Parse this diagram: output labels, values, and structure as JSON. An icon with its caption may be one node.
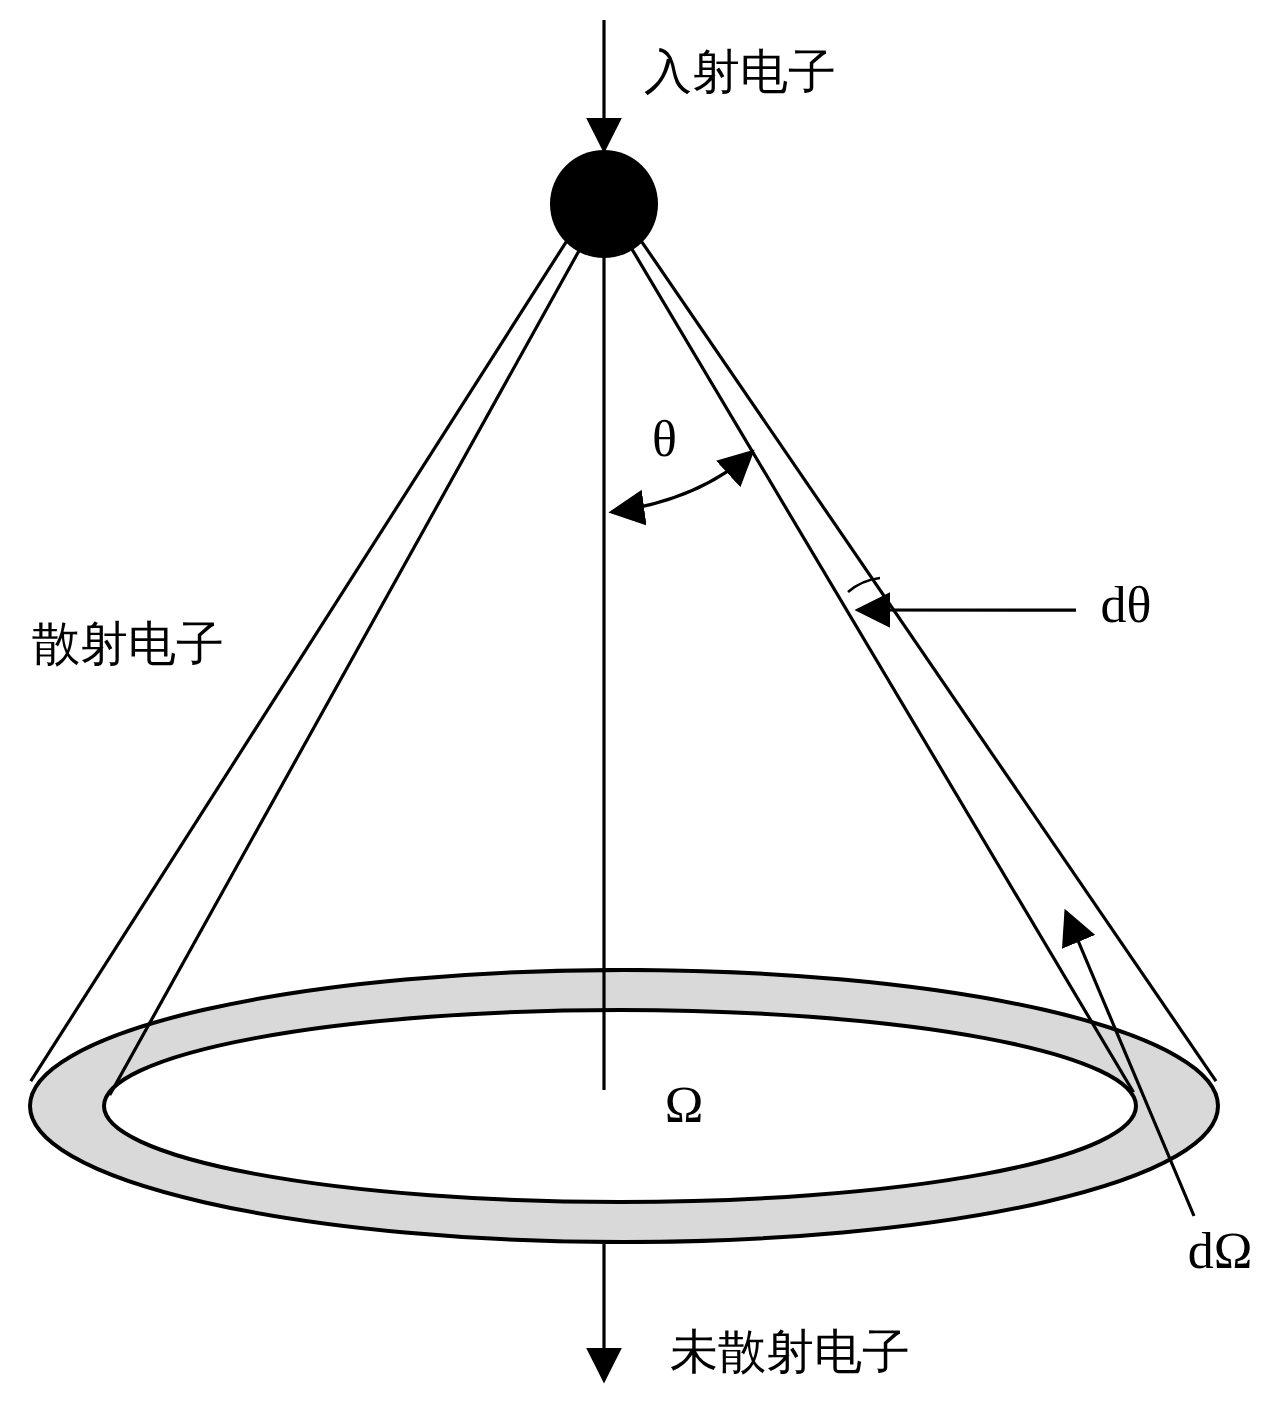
{
  "diagram": {
    "nodes": [
      {
        "text": [],
        "shape": "circle"
      },
      {
        "text": [
          "Ω"
        ]
      },
      {
        "text": [
          "dθ"
        ]
      },
      {
        "text": [
          "dΩ"
        ]
      }
    ],
    "edges": [
      {
        "from": null,
        "to": 0,
        "arrow": "to"
      },
      {
        "from": 0,
        "to": null,
        "arrow": "to"
      },
      {
        "from": 0,
        "to": 1,
        "arrow": "none"
      },
      {
        "from": 0,
        "to": 1,
        "arrow": "none"
      },
      {
        "from": 0,
        "to": 1,
        "arrow": "none"
      },
      {
        "from": 0,
        "to": 1,
        "arrow": "none"
      },
      {
        "from": 2,
        "to": null,
        "arrow": "to"
      },
      {
        "from": 3,
        "to": null,
        "arrow": "to"
      }
    ],
    "labels": [
      "入射电子",
      "θ",
      "散射电子",
      "未散射电子"
    ]
  }
}
